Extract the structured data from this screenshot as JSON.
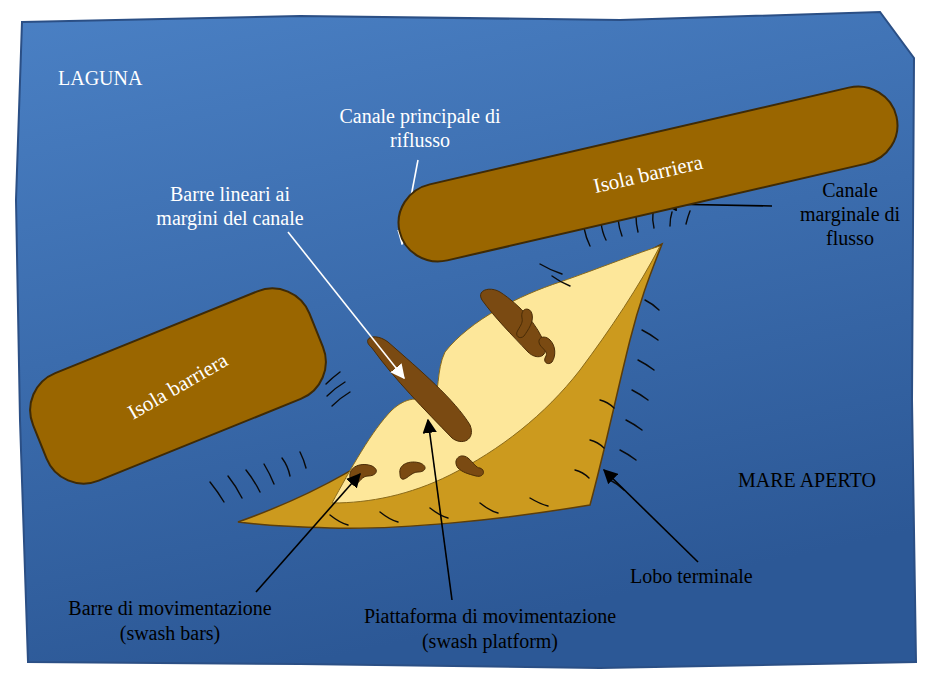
{
  "diagram": {
    "nodes": [
      {
        "text": [
          "Isola barriera"
        ]
      },
      {
        "text": [
          "Isola barriera"
        ]
      }
    ],
    "labels": [
      "LAGUNA",
      "Canale principale di riflusso",
      "Barre lineari ai margini del canale",
      "Canale marginale di flusso",
      "MARE APERTO",
      "Lobo terminale",
      "Barre di movimentazione",
      "(swash bars)",
      "Piattaforma di movimentazione",
      "(swash platform)"
    ]
  }
}
